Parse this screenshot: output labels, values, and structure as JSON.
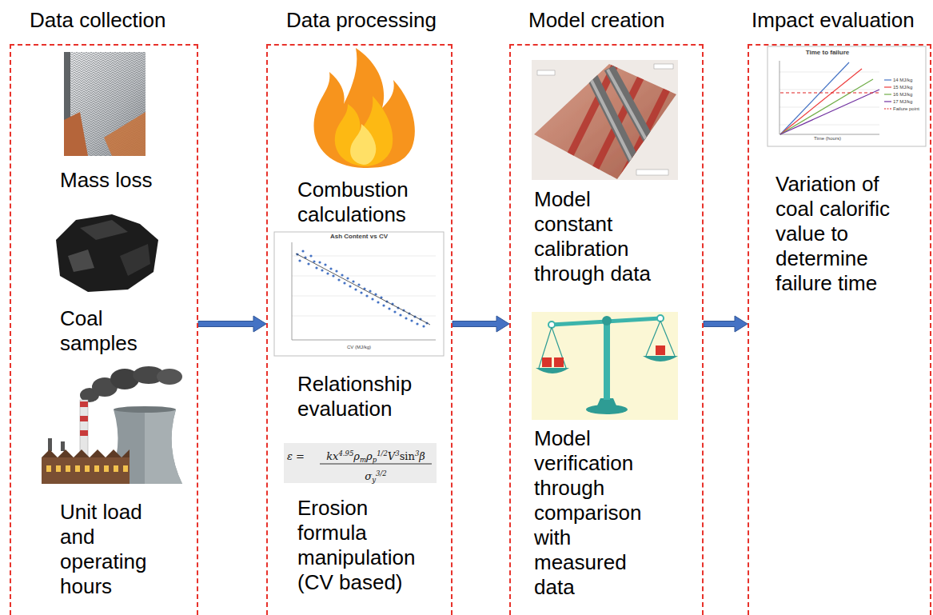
{
  "diagram": {
    "nodes": [
      {
        "text": [
          "Data collection"
        ]
      },
      {
        "text": [
          "Mass loss"
        ],
        "in": 0
      },
      {
        "text": [
          "Coal samples"
        ],
        "in": 0
      },
      {
        "text": [
          "Unit load and operating hours"
        ],
        "in": 0
      },
      {
        "text": [
          "Data processing"
        ]
      },
      {
        "text": [
          "Combustion calculations"
        ],
        "in": 4
      },
      {
        "text": [
          "Relationship evaluation"
        ],
        "in": 4
      },
      {
        "text": [
          "Erosion formula manipulation (CV based)"
        ],
        "in": 4
      },
      {
        "text": [
          "Model creation"
        ]
      },
      {
        "text": [
          "Model constant calibration through data"
        ],
        "in": 8
      },
      {
        "text": [
          "Model verification through comparison with measured data"
        ],
        "in": 8
      },
      {
        "text": [
          "Impact evaluation"
        ]
      },
      {
        "text": [
          "Variation of coal calorific value to determine failure time"
        ],
        "in": 11
      }
    ],
    "edges": [
      {
        "from": 0,
        "to": 4,
        "arrow": "to"
      },
      {
        "from": 4,
        "to": 8,
        "arrow": "to"
      },
      {
        "from": 8,
        "to": 11,
        "arrow": "to"
      }
    ],
    "labels": [
      "Ash Content vs CV",
      "CV (MJ/kg)",
      "ε =",
      "kx",
      "4.95",
      "ρ",
      "m",
      "ρ",
      "p",
      "1/2",
      "V",
      "3",
      "sin",
      "3",
      "β",
      "σ",
      "y",
      "3/2",
      "Time to failure",
      "Time (hours)"
    ],
    "legend": [
      {
        "text": "14 MJ/kg"
      },
      {
        "text": "15 MJ/kg"
      },
      {
        "text": "16 MJ/kg"
      },
      {
        "text": "17 MJ/kg"
      },
      {
        "text": "Failure point"
      }
    ]
  }
}
